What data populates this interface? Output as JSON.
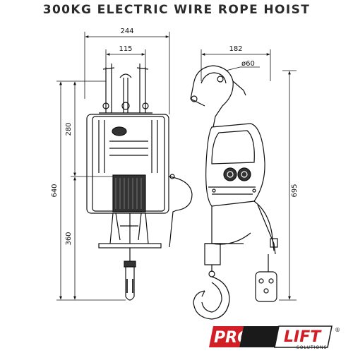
{
  "title": "300KG ELECTRIC WIRE ROPE HOIST",
  "dimensions": {
    "overall_width": "244",
    "hook_width": "115",
    "side_width": "182",
    "hook_diameter": "ø60",
    "upper_height": "280",
    "lower_height": "360",
    "total_height_front": "640",
    "total_height_side": "695"
  },
  "logo": {
    "text_pro": "PRO",
    "text_lift": "LIFT",
    "tagline": "SOLUTIONS",
    "registered": "®",
    "colors": {
      "red": "#d21f26",
      "dark": "#1a1a1a"
    }
  },
  "colors": {
    "line": "#111111",
    "motor_fill": "#333333"
  }
}
